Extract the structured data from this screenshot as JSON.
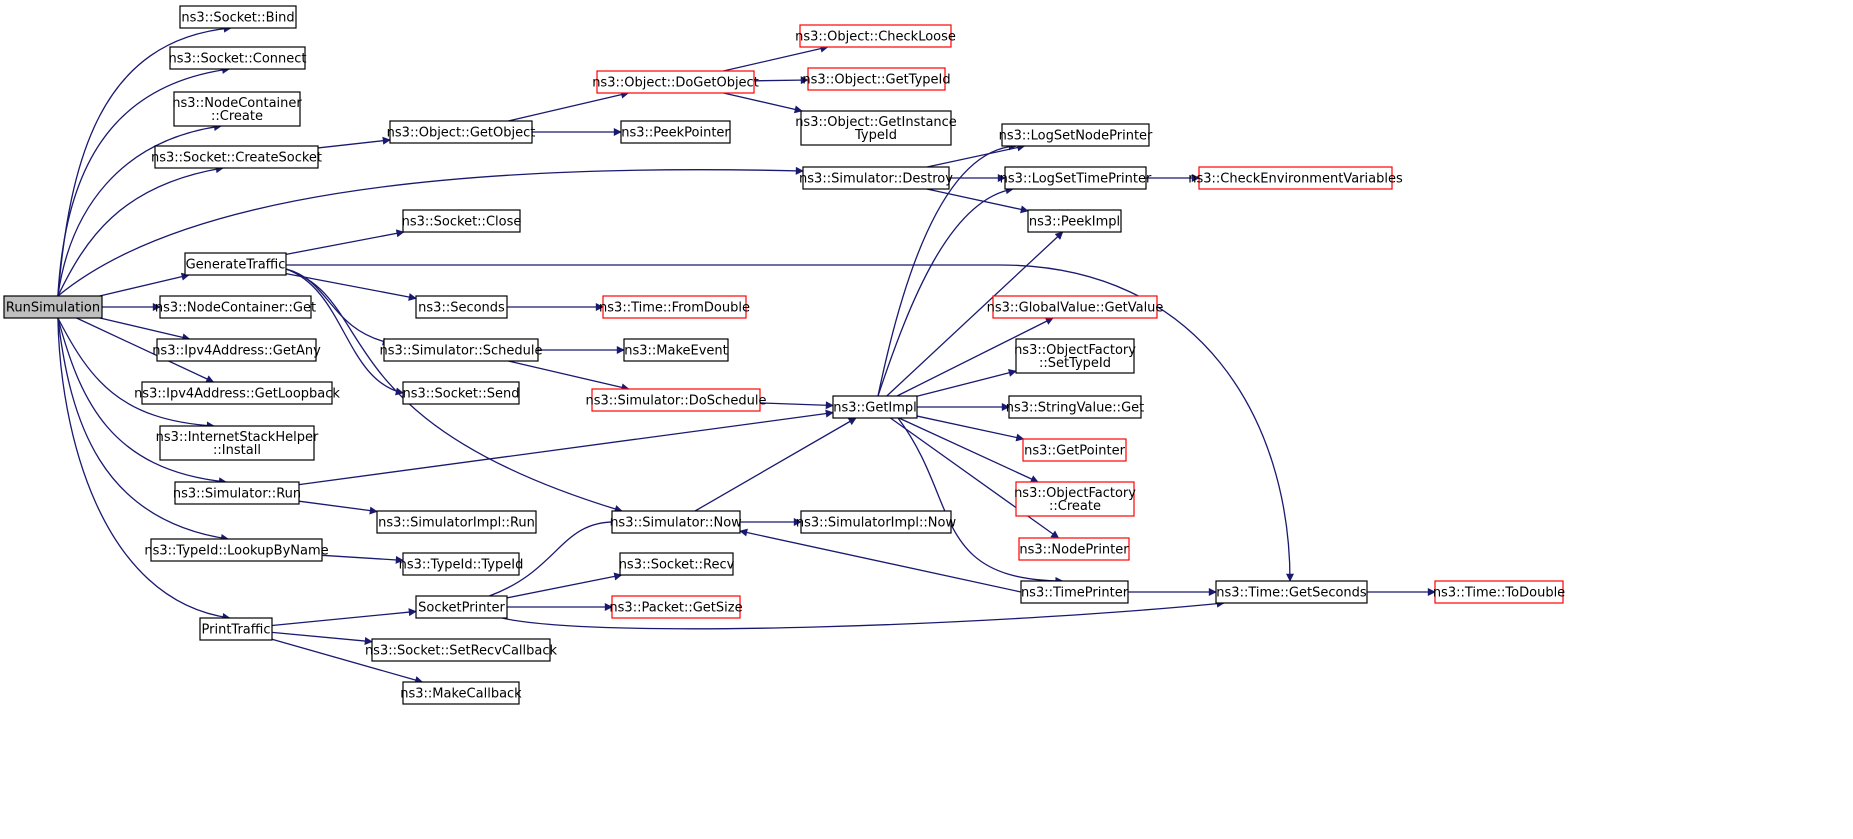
{
  "colors": {
    "edge": "#191970",
    "arrow": "#191970",
    "node_border": "#000000",
    "external_border": "#ff0000",
    "root_fill": "#bfbfbf",
    "node_fill": "#ffffff"
  },
  "nodes": [
    {
      "id": "RunSimulation",
      "lines": [
        "RunSimulation"
      ],
      "style": "root"
    },
    {
      "id": "Bind",
      "lines": [
        "ns3::Socket::Bind"
      ],
      "style": "normal"
    },
    {
      "id": "Connect",
      "lines": [
        "ns3::Socket::Connect"
      ],
      "style": "normal"
    },
    {
      "id": "NCCreate",
      "lines": [
        "ns3::NodeContainer",
        "::Create"
      ],
      "style": "normal"
    },
    {
      "id": "CreateSocket",
      "lines": [
        "ns3::Socket::CreateSocket"
      ],
      "style": "normal"
    },
    {
      "id": "GenerateTraffic",
      "lines": [
        "GenerateTraffic"
      ],
      "style": "normal"
    },
    {
      "id": "NCGet",
      "lines": [
        "ns3::NodeContainer::Get"
      ],
      "style": "normal"
    },
    {
      "id": "GetAny",
      "lines": [
        "ns3::Ipv4Address::GetAny"
      ],
      "style": "normal"
    },
    {
      "id": "GetLoopback",
      "lines": [
        "ns3::Ipv4Address::GetLoopback"
      ],
      "style": "normal"
    },
    {
      "id": "ISHInstall",
      "lines": [
        "ns3::InternetStackHelper",
        "::Install"
      ],
      "style": "normal"
    },
    {
      "id": "SimRun",
      "lines": [
        "ns3::Simulator::Run"
      ],
      "style": "normal"
    },
    {
      "id": "LookupByName",
      "lines": [
        "ns3::TypeId::LookupByName"
      ],
      "style": "normal"
    },
    {
      "id": "PrintTraffic",
      "lines": [
        "PrintTraffic"
      ],
      "style": "normal"
    },
    {
      "id": "GetObject",
      "lines": [
        "ns3::Object::GetObject"
      ],
      "style": "normal"
    },
    {
      "id": "DoGetObject",
      "lines": [
        "ns3::Object::DoGetObject"
      ],
      "style": "external"
    },
    {
      "id": "CheckLoose",
      "lines": [
        "ns3::Object::CheckLoose"
      ],
      "style": "external"
    },
    {
      "id": "GetTypeId",
      "lines": [
        "ns3::Object::GetTypeId"
      ],
      "style": "external"
    },
    {
      "id": "GetInstanceTypeId",
      "lines": [
        "ns3::Object::GetInstance",
        "TypeId"
      ],
      "style": "normal"
    },
    {
      "id": "PeekPointer",
      "lines": [
        "ns3::PeekPointer"
      ],
      "style": "normal"
    },
    {
      "id": "SimDestroy",
      "lines": [
        "ns3::Simulator::Destroy"
      ],
      "style": "normal"
    },
    {
      "id": "LogSetNodePrinter",
      "lines": [
        "ns3::LogSetNodePrinter"
      ],
      "style": "normal"
    },
    {
      "id": "LogSetTimePrinter",
      "lines": [
        "ns3::LogSetTimePrinter"
      ],
      "style": "normal"
    },
    {
      "id": "CheckEnv",
      "lines": [
        "ns3::CheckEnvironmentVariables"
      ],
      "style": "external"
    },
    {
      "id": "PeekImpl",
      "lines": [
        "ns3::PeekImpl"
      ],
      "style": "normal"
    },
    {
      "id": "SocketClose",
      "lines": [
        "ns3::Socket::Close"
      ],
      "style": "normal"
    },
    {
      "id": "Seconds",
      "lines": [
        "ns3::Seconds"
      ],
      "style": "normal"
    },
    {
      "id": "FromDouble",
      "lines": [
        "ns3::Time::FromDouble"
      ],
      "style": "external"
    },
    {
      "id": "SimSchedule",
      "lines": [
        "ns3::Simulator::Schedule"
      ],
      "style": "normal"
    },
    {
      "id": "MakeEvent",
      "lines": [
        "ns3::MakeEvent"
      ],
      "style": "normal"
    },
    {
      "id": "DoSchedule",
      "lines": [
        "ns3::Simulator::DoSchedule"
      ],
      "style": "external"
    },
    {
      "id": "SocketSend",
      "lines": [
        "ns3::Socket::Send"
      ],
      "style": "normal"
    },
    {
      "id": "GetImpl",
      "lines": [
        "ns3::GetImpl"
      ],
      "style": "normal"
    },
    {
      "id": "GVGetValue",
      "lines": [
        "ns3::GlobalValue::GetValue"
      ],
      "style": "external"
    },
    {
      "id": "OFSetTypeId",
      "lines": [
        "ns3::ObjectFactory",
        "::SetTypeId"
      ],
      "style": "normal"
    },
    {
      "id": "SVGet",
      "lines": [
        "ns3::StringValue::Get"
      ],
      "style": "normal"
    },
    {
      "id": "GetPointer",
      "lines": [
        "ns3::GetPointer"
      ],
      "style": "external"
    },
    {
      "id": "OFCreate",
      "lines": [
        "ns3::ObjectFactory",
        "::Create"
      ],
      "style": "external"
    },
    {
      "id": "NodePrinter",
      "lines": [
        "ns3::NodePrinter"
      ],
      "style": "external"
    },
    {
      "id": "TimePrinter",
      "lines": [
        "ns3::TimePrinter"
      ],
      "style": "normal"
    },
    {
      "id": "SimImplRun",
      "lines": [
        "ns3::SimulatorImpl::Run"
      ],
      "style": "normal"
    },
    {
      "id": "SimNow",
      "lines": [
        "ns3::Simulator::Now"
      ],
      "style": "normal"
    },
    {
      "id": "SimImplNow",
      "lines": [
        "ns3::SimulatorImpl::Now"
      ],
      "style": "normal"
    },
    {
      "id": "TypeIdTypeId",
      "lines": [
        "ns3::TypeId::TypeId"
      ],
      "style": "normal"
    },
    {
      "id": "SocketPrinter",
      "lines": [
        "SocketPrinter"
      ],
      "style": "normal"
    },
    {
      "id": "SocketRecv",
      "lines": [
        "ns3::Socket::Recv"
      ],
      "style": "normal"
    },
    {
      "id": "PacketGetSize",
      "lines": [
        "ns3::Packet::GetSize"
      ],
      "style": "external"
    },
    {
      "id": "SetRecvCallback",
      "lines": [
        "ns3::Socket::SetRecvCallback"
      ],
      "style": "normal"
    },
    {
      "id": "MakeCallback",
      "lines": [
        "ns3::MakeCallback"
      ],
      "style": "normal"
    },
    {
      "id": "TimeGetSeconds",
      "lines": [
        "ns3::Time::GetSeconds"
      ],
      "style": "normal"
    },
    {
      "id": "ToDouble",
      "lines": [
        "ns3::Time::ToDouble"
      ],
      "style": "external"
    }
  ],
  "edges": [
    [
      "RunSimulation",
      "Bind"
    ],
    [
      "RunSimulation",
      "Connect"
    ],
    [
      "RunSimulation",
      "NCCreate"
    ],
    [
      "RunSimulation",
      "CreateSocket"
    ],
    [
      "RunSimulation",
      "SimDestroy"
    ],
    [
      "RunSimulation",
      "GenerateTraffic"
    ],
    [
      "RunSimulation",
      "NCGet"
    ],
    [
      "RunSimulation",
      "GetAny"
    ],
    [
      "RunSimulation",
      "GetLoopback"
    ],
    [
      "RunSimulation",
      "ISHInstall"
    ],
    [
      "RunSimulation",
      "SimRun"
    ],
    [
      "RunSimulation",
      "LookupByName"
    ],
    [
      "RunSimulation",
      "PrintTraffic"
    ],
    [
      "CreateSocket",
      "GetObject"
    ],
    [
      "GetObject",
      "DoGetObject"
    ],
    [
      "GetObject",
      "PeekPointer"
    ],
    [
      "DoGetObject",
      "CheckLoose"
    ],
    [
      "DoGetObject",
      "GetTypeId"
    ],
    [
      "DoGetObject",
      "GetInstanceTypeId"
    ],
    [
      "SimDestroy",
      "LogSetNodePrinter"
    ],
    [
      "SimDestroy",
      "LogSetTimePrinter"
    ],
    [
      "SimDestroy",
      "PeekImpl"
    ],
    [
      "LogSetTimePrinter",
      "CheckEnv"
    ],
    [
      "GenerateTraffic",
      "SocketClose"
    ],
    [
      "GenerateTraffic",
      "Seconds"
    ],
    [
      "GenerateTraffic",
      "SimSchedule"
    ],
    [
      "GenerateTraffic",
      "SocketSend"
    ],
    [
      "GenerateTraffic",
      "SimNow"
    ],
    [
      "GenerateTraffic",
      "TimeGetSeconds"
    ],
    [
      "Seconds",
      "FromDouble"
    ],
    [
      "SimSchedule",
      "MakeEvent"
    ],
    [
      "SimSchedule",
      "DoSchedule"
    ],
    [
      "DoSchedule",
      "GetImpl"
    ],
    [
      "SimRun",
      "GetImpl"
    ],
    [
      "SimRun",
      "SimImplRun"
    ],
    [
      "GetImpl",
      "LogSetNodePrinter"
    ],
    [
      "GetImpl",
      "LogSetTimePrinter"
    ],
    [
      "GetImpl",
      "PeekImpl"
    ],
    [
      "GetImpl",
      "GVGetValue"
    ],
    [
      "GetImpl",
      "OFSetTypeId"
    ],
    [
      "GetImpl",
      "SVGet"
    ],
    [
      "GetImpl",
      "GetPointer"
    ],
    [
      "GetImpl",
      "OFCreate"
    ],
    [
      "GetImpl",
      "NodePrinter"
    ],
    [
      "GetImpl",
      "TimePrinter"
    ],
    [
      "SimNow",
      "GetImpl"
    ],
    [
      "SimNow",
      "SimImplNow"
    ],
    [
      "TimePrinter",
      "SimNow"
    ],
    [
      "TimePrinter",
      "TimeGetSeconds"
    ],
    [
      "TimeGetSeconds",
      "ToDouble"
    ],
    [
      "LookupByName",
      "TypeIdTypeId"
    ],
    [
      "PrintTraffic",
      "SocketPrinter"
    ],
    [
      "PrintTraffic",
      "SetRecvCallback"
    ],
    [
      "PrintTraffic",
      "MakeCallback"
    ],
    [
      "SocketPrinter",
      "SimNow"
    ],
    [
      "SocketPrinter",
      "SocketRecv"
    ],
    [
      "SocketPrinter",
      "PacketGetSize"
    ],
    [
      "SocketPrinter",
      "TimeGetSeconds"
    ]
  ]
}
